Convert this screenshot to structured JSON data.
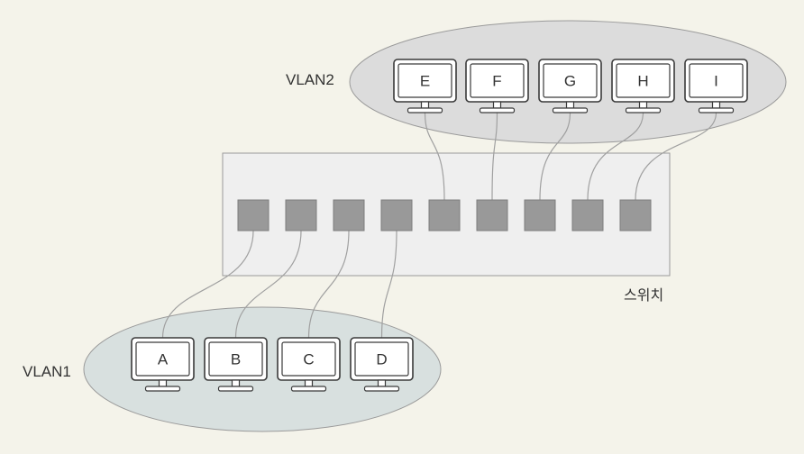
{
  "vlan2": {
    "label": "VLAN2",
    "computers": [
      "E",
      "F",
      "G",
      "H",
      "I"
    ]
  },
  "vlan1": {
    "label": "VLAN1",
    "computers": [
      "A",
      "B",
      "C",
      "D"
    ]
  },
  "switch": {
    "label": "스위치",
    "port_count": 9
  },
  "colors": {
    "background": "#f4f3ea",
    "vlan2_fill": "#dcdcdc",
    "vlan1_fill": "#d8e0df",
    "switch_fill": "#efefef",
    "port_fill": "#999999",
    "cable": "#a0a0a0"
  }
}
